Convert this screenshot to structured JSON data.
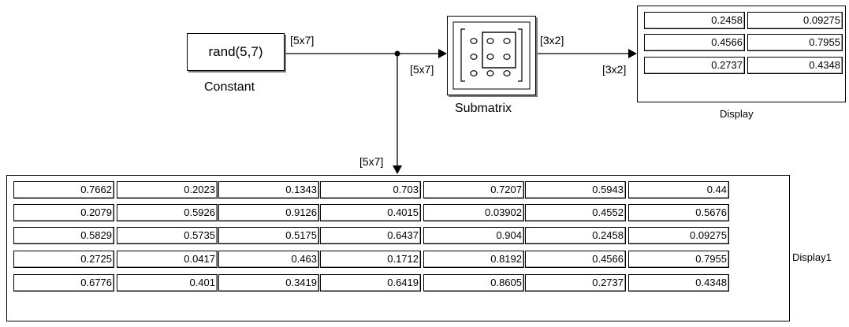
{
  "blocks": {
    "constant": {
      "expression": "rand(5,7)",
      "label": "Constant"
    },
    "submatrix": {
      "label": "Submatrix"
    },
    "display": {
      "label": "Display",
      "rows": [
        [
          "0.2458",
          "0.09275"
        ],
        [
          "0.4566",
          "0.7955"
        ],
        [
          "0.2737",
          "0.4348"
        ]
      ]
    },
    "display1": {
      "label": "Display1",
      "rows": [
        [
          "0.7662",
          "0.2023",
          "0.1343",
          "0.703",
          "0.7207",
          "0.5943",
          "0.44"
        ],
        [
          "0.2079",
          "0.5926",
          "0.9126",
          "0.4015",
          "0.03902",
          "0.4552",
          "0.5676"
        ],
        [
          "0.5829",
          "0.5735",
          "0.5175",
          "0.6437",
          "0.904",
          "0.2458",
          "0.09275"
        ],
        [
          "0.2725",
          "0.0417",
          "0.463",
          "0.1712",
          "0.8192",
          "0.4566",
          "0.7955"
        ],
        [
          "0.6776",
          "0.401",
          "0.3419",
          "0.6419",
          "0.8605",
          "0.2737",
          "0.4348"
        ]
      ]
    }
  },
  "signals": {
    "constant_out": "[5x7]",
    "submatrix_in": "[5x7]",
    "submatrix_out": "[3x2]",
    "display_in": "[3x2]",
    "display1_in": "[5x7]"
  }
}
